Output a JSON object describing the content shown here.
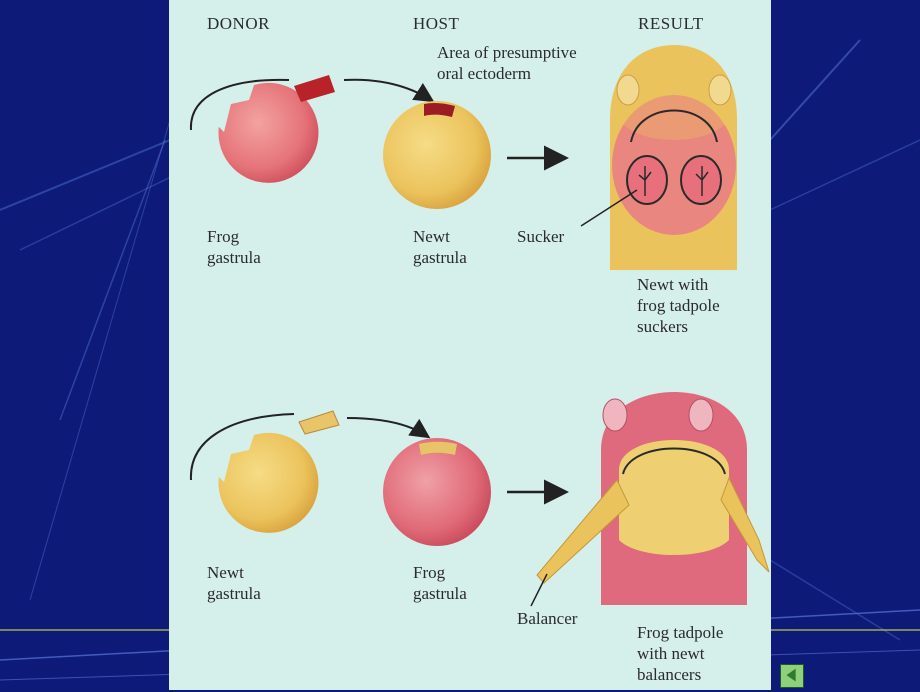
{
  "slide": {
    "colors": {
      "background": "#0d1a78",
      "panel": "#d5efea",
      "frog_tissue": "#e8737a",
      "newt_tissue": "#e8c35e"
    },
    "headers": {
      "donor": "DONOR",
      "host": "HOST",
      "result": "RESULT"
    },
    "top_row": {
      "donor_label": "Frog\ngastrula",
      "host_label": "Newt\ngastrula",
      "area_label": "Area of presumptive\noral ectoderm",
      "sucker_label": "Sucker",
      "result_label": "Newt with\nfrog tadpole\nsuckers"
    },
    "bottom_row": {
      "donor_label": "Newt\ngastrula",
      "host_label": "Frog\ngastrula",
      "balancer_label": "Balancer",
      "result_label": "Frog tadpole\nwith newt\nbalancers"
    },
    "nav_icon": "back-arrow-icon"
  }
}
